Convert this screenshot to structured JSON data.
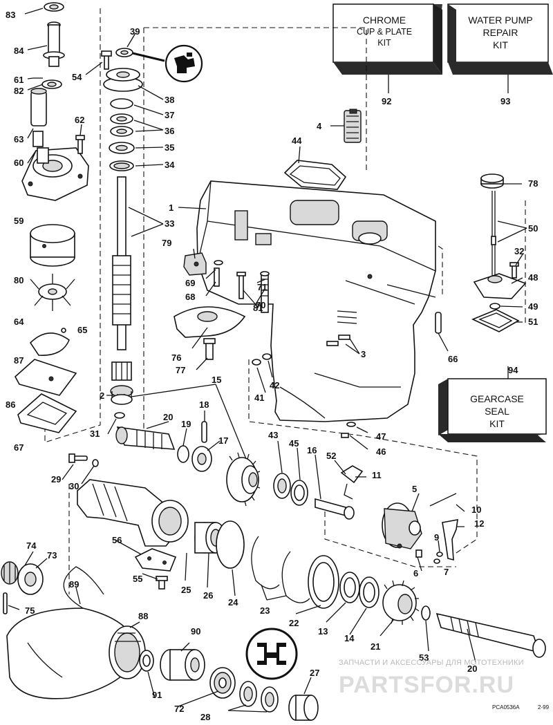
{
  "kits": {
    "chrome": {
      "lines": [
        "CHROME",
        "CUP & PLATE",
        "KIT"
      ],
      "number": "92"
    },
    "water_pump": {
      "lines": [
        "WATER PUMP",
        "REPAIR",
        "KIT"
      ],
      "number": "93"
    },
    "gearcase": {
      "lines": [
        "GEARCASE",
        "SEAL",
        "KIT"
      ],
      "number": "94"
    }
  },
  "callouts": {
    "c83": "83",
    "c84": "84",
    "c61": "61",
    "c82": "82",
    "c63": "63",
    "c60": "60",
    "c59": "59",
    "c80": "80",
    "c64": "64",
    "c65": "65",
    "c87": "87",
    "c86": "86",
    "c67": "67",
    "c62": "62",
    "c54": "54",
    "c39": "39",
    "c38": "38",
    "c37": "37",
    "c36": "36",
    "c35": "35",
    "c34": "34",
    "c33": "33",
    "c2": "2",
    "c31": "31",
    "c4": "4",
    "c44": "44",
    "c1": "1",
    "c79": "79",
    "c69": "69",
    "c68": "68",
    "c71": "71",
    "c70": "70",
    "c81": "81",
    "c3": "3",
    "c76": "76",
    "c77": "77",
    "c42": "42",
    "c41": "41",
    "c66": "66",
    "c78": "78",
    "c50": "50",
    "c32": "32",
    "c48": "48",
    "c49": "49",
    "c51": "51",
    "c15": "15",
    "c18": "18",
    "c20": "20",
    "c19": "19",
    "c17": "17",
    "c43": "43",
    "c45": "45",
    "c16": "16",
    "c52": "52",
    "c11": "11",
    "c47": "47",
    "c46": "46",
    "c29": "29",
    "c30": "30",
    "c5": "5",
    "c10": "10",
    "c12": "12",
    "c9": "9",
    "c7": "7",
    "c6": "6",
    "c56": "56",
    "c55": "55",
    "c25": "25",
    "c26": "26",
    "c24": "24",
    "c23": "23",
    "c22": "22",
    "c13": "13",
    "c14": "14",
    "c21": "21",
    "c53": "53",
    "c20b": "20",
    "c74": "74",
    "c73": "73",
    "c75": "75",
    "c89": "89",
    "c88": "88",
    "c90": "90",
    "c91": "91",
    "c72": "72",
    "c28": "28",
    "c27": "27"
  },
  "footer": {
    "code": "PCA0536A",
    "date": "2-99"
  },
  "watermark": {
    "top": "ЗАПЧАСТИ И АКСЕССУАРЫ ДЛЯ МОТОТЕХНИКИ",
    "brand": "PARTSFOR.RU"
  },
  "icons": [
    "lubricant-icon",
    "seal-orientation-icon"
  ]
}
